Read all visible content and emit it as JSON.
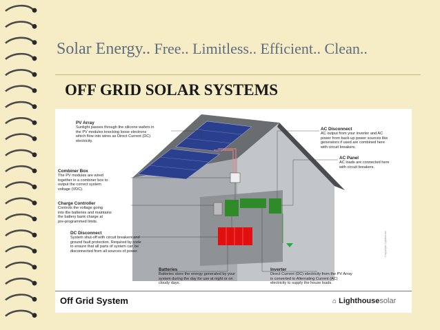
{
  "slide": {
    "title_lead": "Solar Energy..",
    "title_rest": " Free.. Limitless.. Efficient.. Clean..",
    "bullet_mark": "",
    "bullet_text": "OFF GRID SOLAR SYSTEMS"
  },
  "diagram": {
    "labels": {
      "pv_array": {
        "title": "PV Array",
        "lines": [
          "Sunlight passes through the silicone wafers in",
          "the PV modules knocking loose electrons",
          "which flow into wires as Direct Current (DC)",
          "electricity."
        ]
      },
      "combiner_box": {
        "title": "Combiner Box",
        "lines": [
          "The PV modules are wired",
          "together in a combiner box to",
          "output the correct system",
          "voltage (VDC)."
        ]
      },
      "charge_controller": {
        "title": "Charge Controller",
        "lines": [
          "Controls the voltage going",
          "into the batteries and maintains",
          "the battery bank charge at",
          "pre-programmed limits."
        ]
      },
      "dc_disconnect": {
        "title": "DC Disconnect",
        "lines": [
          "System shut-off with circuit breakers and",
          "ground fault protection. Required by code",
          "to ensure that all parts of system can be",
          "disconnected from all sources of power."
        ]
      },
      "batteries": {
        "title": "Batteries",
        "lines": [
          "Batteries store the energy generated by your",
          "system during the day for use at night or on",
          "cloudy days."
        ]
      },
      "inverter": {
        "title": "Inverter",
        "lines": [
          "Direct Current (DC) electricity from the PV Array",
          "is converted to Alternating Current (AC)",
          "electricity to supply the house loads."
        ]
      },
      "ac_disconnect": {
        "title": "AC Disconnect",
        "lines": [
          "AC output from your inverter and AC",
          "power from back-up power sources like",
          "generators if used are combined here",
          "with circuit breakers."
        ]
      },
      "ac_panel": {
        "title": "AC Panel",
        "lines": [
          "AC loads are connected here",
          "with circuit breakers."
        ]
      }
    },
    "footer_title": "Off Grid System",
    "brand_bold": "Lighthouse",
    "brand_light": "solar",
    "copyright": "Copyright Lighthouse"
  },
  "colors": {
    "slide_bg": "#f6ecc6",
    "title_color": "#5e6d7e",
    "panel_blue": "#2b3f8f",
    "battery_red": "#e01010",
    "equipment_green": "#2f8a2a",
    "wall_gray": "#b9bcbf",
    "roof_gray": "#6a6d70"
  }
}
